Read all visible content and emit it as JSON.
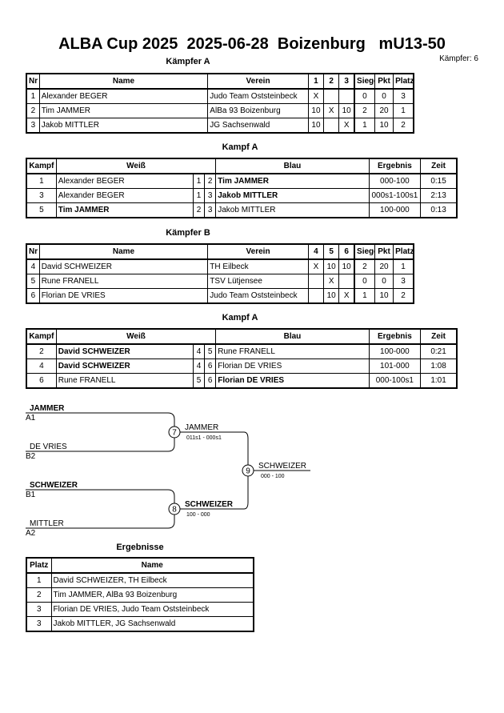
{
  "header": {
    "title": "ALBA Cup 2025  2025-06-28  Boizenburg   mU13-50",
    "count": "Kämpfer: 6"
  },
  "pool_a": {
    "heading": "Kämpfer A",
    "columns": [
      "Nr",
      "Name",
      "Verein",
      "1",
      "2",
      "3",
      "Siege",
      "Pkt",
      "Platz"
    ],
    "rows": [
      {
        "nr": "1",
        "name": "Alexander BEGER",
        "club": "Judo Team Oststeinbeck",
        "c1": "X",
        "c2": "",
        "c3": "",
        "wins": "0",
        "pts": "0",
        "place": "3"
      },
      {
        "nr": "2",
        "name": "Tim JAMMER",
        "club": "AlBa 93 Boizenburg",
        "c1": "10",
        "c2": "X",
        "c3": "10",
        "wins": "2",
        "pts": "20",
        "place": "1"
      },
      {
        "nr": "3",
        "name": "Jakob MITTLER",
        "club": "JG Sachsenwald",
        "c1": "10",
        "c2": "",
        "c3": "X",
        "wins": "1",
        "pts": "10",
        "place": "2"
      }
    ]
  },
  "fights_a": {
    "heading": "Kampf A",
    "columns": [
      "Kampf",
      "Weiß",
      "Blau",
      "Ergebnis",
      "Zeit"
    ],
    "rows": [
      {
        "no": "1",
        "white": "Alexander BEGER",
        "wb": false,
        "wn": "1",
        "bn": "2",
        "blue": "Tim JAMMER",
        "bb": true,
        "result": "000-100",
        "time": "0:15"
      },
      {
        "no": "3",
        "white": "Alexander BEGER",
        "wb": false,
        "wn": "1",
        "bn": "3",
        "blue": "Jakob MITTLER",
        "bb": true,
        "result": "000s1-100s1",
        "time": "2:13"
      },
      {
        "no": "5",
        "white": "Tim JAMMER",
        "wb": true,
        "wn": "2",
        "bn": "3",
        "blue": "Jakob MITTLER",
        "bb": false,
        "result": "100-000",
        "time": "0:13"
      }
    ]
  },
  "pool_b": {
    "heading": "Kämpfer B",
    "columns": [
      "Nr",
      "Name",
      "Verein",
      "4",
      "5",
      "6",
      "Siege",
      "Pkt",
      "Platz"
    ],
    "rows": [
      {
        "nr": "4",
        "name": "David SCHWEIZER",
        "club": "TH Eilbeck",
        "c1": "X",
        "c2": "10",
        "c3": "10",
        "wins": "2",
        "pts": "20",
        "place": "1"
      },
      {
        "nr": "5",
        "name": "Rune FRANELL",
        "club": "TSV Lütjensee",
        "c1": "",
        "c2": "X",
        "c3": "",
        "wins": "0",
        "pts": "0",
        "place": "3"
      },
      {
        "nr": "6",
        "name": "Florian DE VRIES",
        "club": "Judo Team Oststeinbeck",
        "c1": "",
        "c2": "10",
        "c3": "X",
        "wins": "1",
        "pts": "10",
        "place": "2"
      }
    ]
  },
  "fights_b": {
    "heading": "Kampf A",
    "columns": [
      "Kampf",
      "Weiß",
      "Blau",
      "Ergebnis",
      "Zeit"
    ],
    "rows": [
      {
        "no": "2",
        "white": "David SCHWEIZER",
        "wb": true,
        "wn": "4",
        "bn": "5",
        "blue": "Rune FRANELL",
        "bb": false,
        "result": "100-000",
        "time": "0:21"
      },
      {
        "no": "4",
        "white": "David SCHWEIZER",
        "wb": true,
        "wn": "4",
        "bn": "6",
        "blue": "Florian DE VRIES",
        "bb": false,
        "result": "101-000",
        "time": "1:08"
      },
      {
        "no": "6",
        "white": "Rune FRANELL",
        "wb": false,
        "wn": "5",
        "bn": "6",
        "blue": "Florian DE VRIES",
        "bb": true,
        "result": "000-100s1",
        "time": "1:01"
      }
    ]
  },
  "bracket": {
    "s1_top": "JAMMER",
    "s1_top_seed": "A1",
    "s1_bot": "DE VRIES",
    "s1_bot_seed": "B2",
    "s2_top": "SCHWEIZER",
    "s2_top_seed": "B1",
    "s2_bot": "MITTLER",
    "s2_bot_seed": "A2",
    "m7": "7",
    "m7_winner": "JAMMER",
    "m7_score": "011s1 - 000s1",
    "m8": "8",
    "m8_winner": "SCHWEIZER",
    "m8_score": "100 - 000",
    "m9": "9",
    "m9_winner": "SCHWEIZER",
    "m9_score": "000 - 100"
  },
  "results": {
    "heading": "Ergebnisse",
    "columns": [
      "Platz",
      "Name"
    ],
    "rows": [
      {
        "place": "1",
        "name": "David SCHWEIZER, TH Eilbeck"
      },
      {
        "place": "2",
        "name": "Tim JAMMER, AlBa 93 Boizenburg"
      },
      {
        "place": "3",
        "name": "Florian DE VRIES, Judo Team Oststeinbeck"
      },
      {
        "place": "3",
        "name": "Jakob MITTLER, JG Sachsenwald"
      }
    ]
  }
}
